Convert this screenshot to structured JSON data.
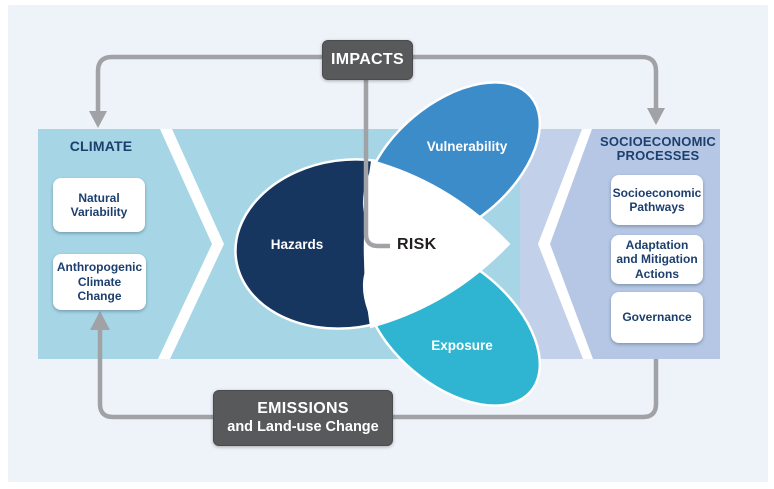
{
  "top_box": {
    "label": "IMPACTS"
  },
  "bottom_box": {
    "line1": "EMISSIONS",
    "line2": "and Land-use Change"
  },
  "climate_section": {
    "title": "CLIMATE",
    "box1": "Natural Variability",
    "box2": "Anthropogenic Climate Change"
  },
  "socioeconomic_section": {
    "title": "SOCIOECONOMIC PROCESSES",
    "box1": "Socioeconomic Pathways",
    "box2": "Adaptation and Mitigation Actions",
    "box3": "Governance"
  },
  "venn": {
    "hazards": "Hazards",
    "vulnerability": "Vulnerability",
    "exposure": "Exposure",
    "risk": "RISK"
  },
  "colors": {
    "panel_bg": "#eef2f9",
    "band_gap": "#ffffff",
    "climate_band": "#a6d6e6",
    "middle_band": "#a6d6e6",
    "socio_subband": "#c2d0e9",
    "socio_band": "#b5c7e4",
    "hazards": "#17365f",
    "vulnerability": "#3d8cca",
    "exposure": "#2fb5d1",
    "risk_center": "#ffffff",
    "connector": "#a0a2a5",
    "dark_box": "#58595b",
    "navy_text": "#1c3f6e",
    "risk_text": "#231f20"
  }
}
